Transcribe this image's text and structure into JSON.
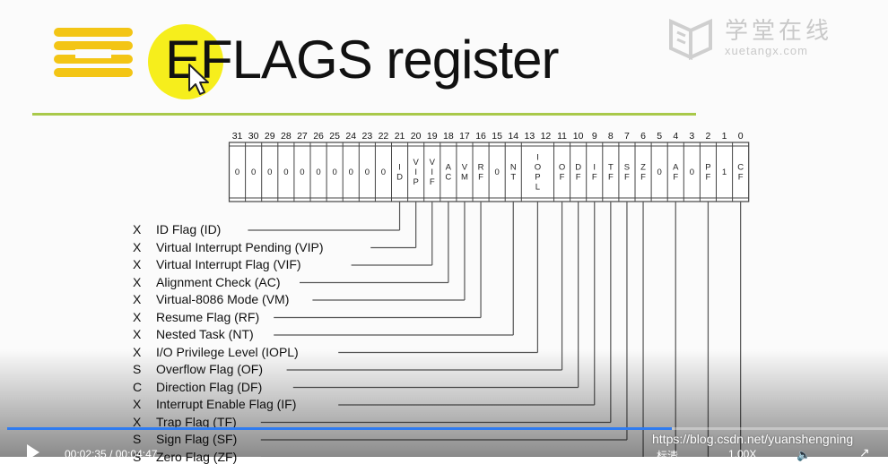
{
  "slide": {
    "title": "EFLAGS register",
    "watermark_cn": "学堂在线",
    "watermark_url": "xuetangx.com"
  },
  "register": {
    "bits": [
      "31",
      "30",
      "29",
      "28",
      "27",
      "26",
      "25",
      "24",
      "23",
      "22",
      "21",
      "20",
      "19",
      "18",
      "17",
      "16",
      "15",
      "14",
      "13",
      "12",
      "11",
      "10",
      "9",
      "8",
      "7",
      "6",
      "5",
      "4",
      "3",
      "2",
      "1",
      "0"
    ],
    "cells": [
      {
        "bits": 1,
        "text": [
          "0"
        ]
      },
      {
        "bits": 1,
        "text": [
          "0"
        ]
      },
      {
        "bits": 1,
        "text": [
          "0"
        ]
      },
      {
        "bits": 1,
        "text": [
          "0"
        ]
      },
      {
        "bits": 1,
        "text": [
          "0"
        ]
      },
      {
        "bits": 1,
        "text": [
          "0"
        ]
      },
      {
        "bits": 1,
        "text": [
          "0"
        ]
      },
      {
        "bits": 1,
        "text": [
          "0"
        ]
      },
      {
        "bits": 1,
        "text": [
          "0"
        ]
      },
      {
        "bits": 1,
        "text": [
          "0"
        ]
      },
      {
        "bits": 1,
        "text": [
          "I",
          "D"
        ]
      },
      {
        "bits": 1,
        "text": [
          "V",
          "I",
          "P"
        ]
      },
      {
        "bits": 1,
        "text": [
          "V",
          "I",
          "F"
        ]
      },
      {
        "bits": 1,
        "text": [
          "A",
          "C"
        ]
      },
      {
        "bits": 1,
        "text": [
          "V",
          "M"
        ]
      },
      {
        "bits": 1,
        "text": [
          "R",
          "F"
        ]
      },
      {
        "bits": 1,
        "text": [
          "0"
        ]
      },
      {
        "bits": 1,
        "text": [
          "N",
          "T"
        ]
      },
      {
        "bits": 2,
        "text": [
          "I",
          "O",
          "P",
          "L"
        ]
      },
      {
        "bits": 1,
        "text": [
          "O",
          "F"
        ]
      },
      {
        "bits": 1,
        "text": [
          "D",
          "F"
        ]
      },
      {
        "bits": 1,
        "text": [
          "I",
          "F"
        ]
      },
      {
        "bits": 1,
        "text": [
          "T",
          "F"
        ]
      },
      {
        "bits": 1,
        "text": [
          "S",
          "F"
        ]
      },
      {
        "bits": 1,
        "text": [
          "Z",
          "F"
        ]
      },
      {
        "bits": 1,
        "text": [
          "0"
        ]
      },
      {
        "bits": 1,
        "text": [
          "A",
          "F"
        ]
      },
      {
        "bits": 1,
        "text": [
          "0"
        ]
      },
      {
        "bits": 1,
        "text": [
          "P",
          "F"
        ]
      },
      {
        "bits": 1,
        "text": [
          "1"
        ]
      },
      {
        "bits": 1,
        "text": [
          "C",
          "F"
        ]
      }
    ]
  },
  "flags": [
    {
      "status": "X",
      "label": "ID Flag (ID)",
      "bit": 21
    },
    {
      "status": "X",
      "label": "Virtual Interrupt Pending (VIP)",
      "bit": 20
    },
    {
      "status": "X",
      "label": "Virtual Interrupt Flag (VIF)",
      "bit": 19
    },
    {
      "status": "X",
      "label": "Alignment Check (AC)",
      "bit": 18
    },
    {
      "status": "X",
      "label": "Virtual-8086 Mode (VM)",
      "bit": 17
    },
    {
      "status": "X",
      "label": "Resume Flag (RF)",
      "bit": 16
    },
    {
      "status": "X",
      "label": "Nested Task (NT)",
      "bit": 14
    },
    {
      "status": "X",
      "label": "I/O Privilege Level (IOPL)",
      "bit": 12.5
    },
    {
      "status": "S",
      "label": "Overflow Flag (OF)",
      "bit": 11
    },
    {
      "status": "C",
      "label": "Direction Flag (DF)",
      "bit": 10
    },
    {
      "status": "X",
      "label": "Interrupt Enable Flag (IF)",
      "bit": 9
    },
    {
      "status": "X",
      "label": "Trap Flag (TF)",
      "bit": 8
    },
    {
      "status": "S",
      "label": "Sign Flag (SF)",
      "bit": 7
    },
    {
      "status": "S",
      "label": "Zero Flag (ZF)",
      "bit": 6
    }
  ],
  "lines_below": [
    4,
    2,
    0
  ],
  "player": {
    "current_time": "00:02:35",
    "total_time": "00:04:47",
    "progress": 0.755,
    "quality_label": "标清",
    "speed_label": "1.00X",
    "credit": "https://blog.csdn.net/yuanshengning",
    "accent": "#2f7bf0"
  }
}
